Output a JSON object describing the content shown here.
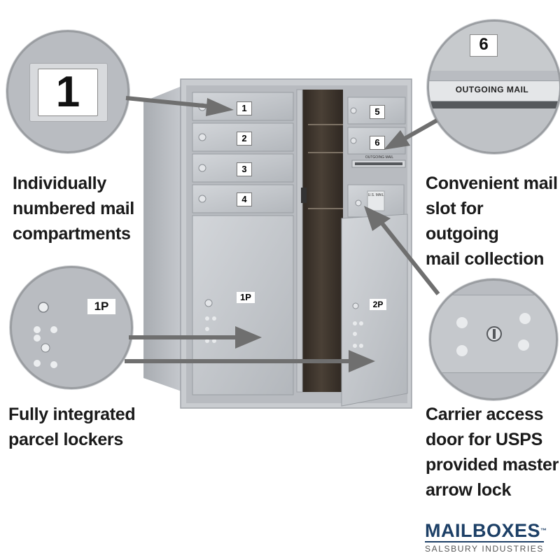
{
  "captions": {
    "numbered": "Individually\nnumbered mail\ncompartments",
    "slot": "Convenient mail\nslot for outgoing\nmail collection",
    "parcel": "Fully integrated\nparcel lockers",
    "carrier": "Carrier access\ndoor for USPS\nprovided master\narrow lock"
  },
  "mailbox": {
    "doors_left": [
      "1",
      "2",
      "3",
      "4"
    ],
    "doors_right": [
      "5",
      "6"
    ],
    "parcel_left": "1P",
    "parcel_right": "2P",
    "slot_label": "OUTGOING MAIL",
    "usps_label": "U.S. MAIL"
  },
  "callouts": {
    "number_badge": "1",
    "slot_number": "6",
    "slot_label": "OUTGOING MAIL",
    "parcel_label": "1P"
  },
  "logo": {
    "name": "MAILBOXES",
    "tm": "™",
    "tagline": "SALSBURY INDUSTRIES"
  },
  "colors": {
    "aluminum": "#c4c7cb",
    "aluminum_dark": "#a4a8ad",
    "interior": "#3d342c",
    "arrow": "#6f6f6f",
    "brand": "#1c3f66",
    "text": "#1a1a1a"
  }
}
